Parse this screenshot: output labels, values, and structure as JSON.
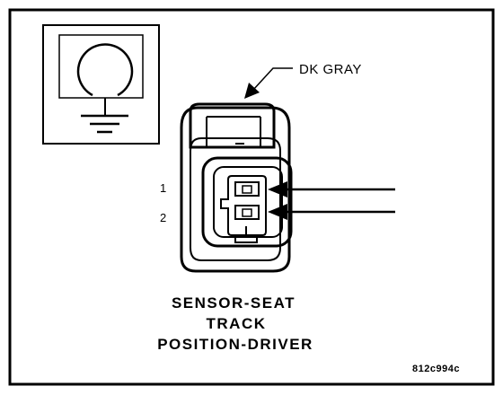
{
  "wire_color_label": "DK GRAY",
  "pins": [
    {
      "number": "1"
    },
    {
      "number": "2"
    }
  ],
  "title_lines": [
    "SENSOR-SEAT",
    "TRACK",
    "POSITION-DRIVER"
  ],
  "figure_code": "812c994c",
  "colors": {
    "ink": "#000000",
    "background": "#ffffff"
  }
}
